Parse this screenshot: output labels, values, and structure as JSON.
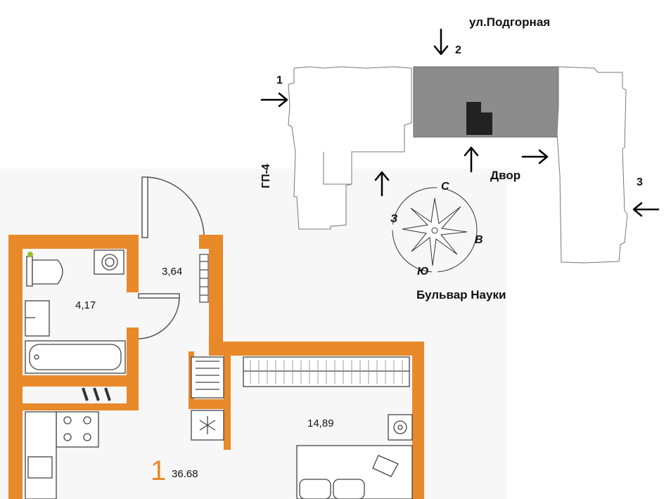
{
  "site_plan": {
    "street_top": "ул.Подгорная",
    "street_bottom": "Бульвар Науки",
    "courtyard": "Двор",
    "building_label": "ГП-4",
    "entrances": [
      "1",
      "2",
      "3"
    ],
    "compass": {
      "north": "С",
      "east": "В",
      "south": "Ю",
      "west": "З"
    },
    "highlight_color": "#8c8c8c",
    "apartment_color": "#222222"
  },
  "floor_plan": {
    "rooms": {
      "bathroom": "4,17",
      "hall": "3,64",
      "living_room": "14,89"
    },
    "apartment_rooms_count": "1",
    "apartment_total_area": "36.68",
    "wall_color": "#e8892a",
    "icons": [
      "washing-machine-icon",
      "toilet-icon",
      "sink-icon",
      "bathtub-icon",
      "stove-icon",
      "radiator-icon",
      "ac-unit-icon",
      "bed-icon"
    ]
  }
}
